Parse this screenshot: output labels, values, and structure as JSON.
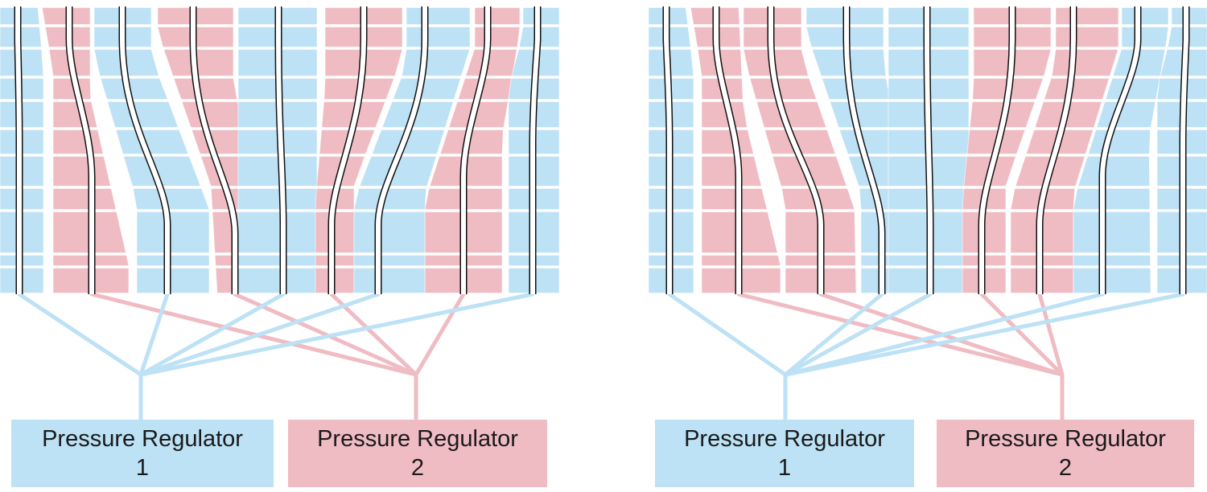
{
  "colors": {
    "regulator_1": "#bde1f5",
    "regulator_2": "#f0bcc3",
    "tube_outline": "#111111",
    "background": "#ffffff"
  },
  "panels": [
    {
      "id": "left",
      "regulator_1": {
        "name": "Pressure Regulator",
        "number": "1"
      },
      "regulator_2": {
        "name": "Pressure Regulator",
        "number": "2"
      },
      "strip_colors": [
        "blue",
        "pink",
        "blue",
        "pink",
        "blue",
        "pink",
        "blue",
        "pink",
        "blue"
      ]
    },
    {
      "id": "right",
      "regulator_1": {
        "name": "Pressure Regulator",
        "number": "1"
      },
      "regulator_2": {
        "name": "Pressure Regulator",
        "number": "2"
      },
      "strip_colors": [
        "blue",
        "pink",
        "pink",
        "blue",
        "blue",
        "pink",
        "pink",
        "blue",
        "blue"
      ]
    }
  ]
}
